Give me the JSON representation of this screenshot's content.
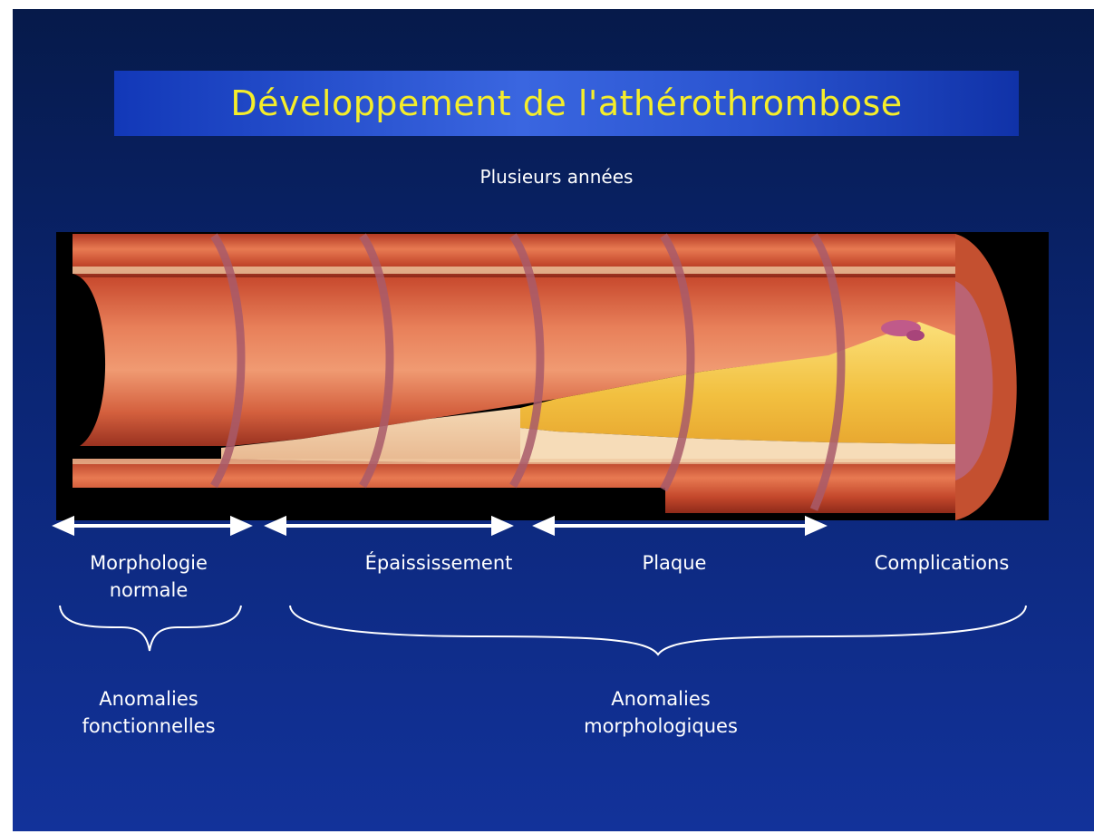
{
  "title": "Développement de l'athérothrombose",
  "duration_label": "Plusieurs années",
  "stages": [
    {
      "id": "normal",
      "label": "Morphologie\nnormale"
    },
    {
      "id": "thickening",
      "label": "Épaississement"
    },
    {
      "id": "plaque",
      "label": "Plaque"
    },
    {
      "id": "complications",
      "label": "Complications"
    }
  ],
  "groups": {
    "functional": "Anomalies\nfonctionnelles",
    "morphological": "Anomalies\nmorphologiques"
  },
  "colors": {
    "title_text": "#f5ee2a",
    "background": "#0a2470",
    "artery_wall": "#d85a3a",
    "plaque": "#f2c84a"
  }
}
